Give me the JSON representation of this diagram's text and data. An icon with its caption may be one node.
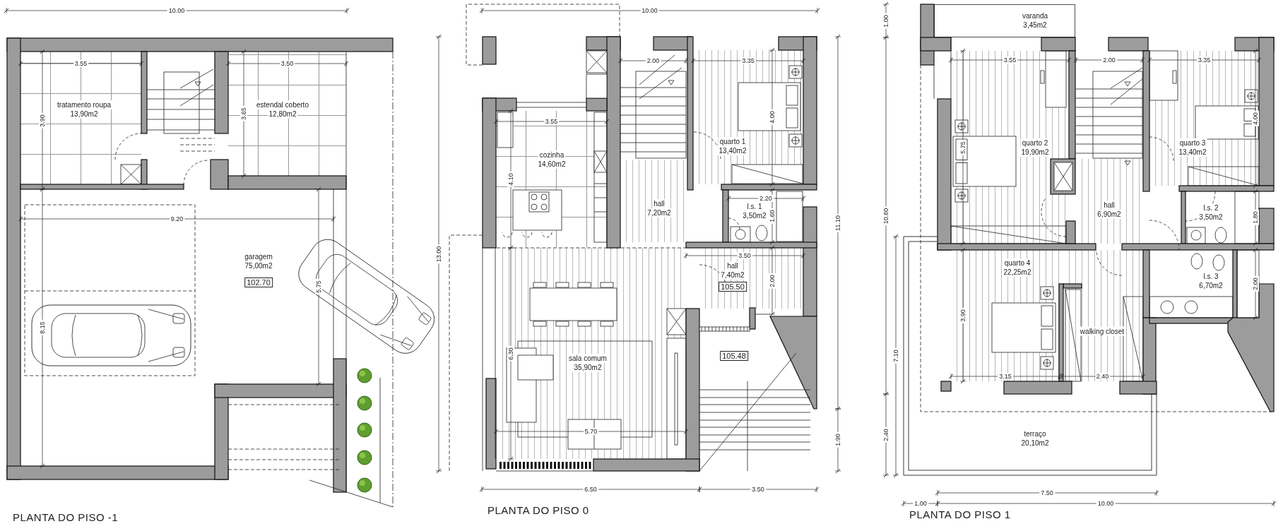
{
  "diagram": {
    "nodes": [
      {
        "text": [
          "PLANTA DO PISO -1"
        ]
      },
      {
        "text": [
          "tratamento roupa",
          "13,90m2"
        ],
        "in": 0
      },
      {
        "text": [
          "estendal coberto",
          "12,80m2"
        ],
        "in": 0
      },
      {
        "text": [
          "garagem",
          "75,00m2"
        ],
        "in": 0
      },
      {
        "text": [
          "102.70"
        ],
        "in": 3
      },
      {
        "text": [
          "PLANTA DO PISO 0"
        ]
      },
      {
        "text": [
          "cozinha",
          "14,60m2"
        ],
        "in": 5
      },
      {
        "text": [
          "hall",
          "7,20m2"
        ],
        "in": 5
      },
      {
        "text": [
          "quarto 1",
          "13,40m2"
        ],
        "in": 5
      },
      {
        "text": [
          "l.s. 1",
          "3,50m2"
        ],
        "in": 5
      },
      {
        "text": [
          "hall",
          "7,40m2"
        ],
        "in": 5
      },
      {
        "text": [
          "105.50"
        ],
        "in": 10
      },
      {
        "text": [
          "sala comum",
          "35,90m2"
        ],
        "in": 5
      },
      {
        "text": [
          "105.48"
        ],
        "in": 5
      },
      {
        "text": [
          "PLANTA DO PISO 1"
        ]
      },
      {
        "text": [
          "varanda",
          "3,45m2"
        ],
        "in": 14
      },
      {
        "text": [
          "quarto 2",
          "19,90m2"
        ],
        "in": 14
      },
      {
        "text": [
          "quarto 3",
          "13,40m2"
        ],
        "in": 14
      },
      {
        "text": [
          "hall",
          "6,90m2"
        ],
        "in": 14
      },
      {
        "text": [
          "l.s. 2",
          "3,50m2"
        ],
        "in": 14
      },
      {
        "text": [
          "quarto 4",
          "22,25m2"
        ],
        "in": 14
      },
      {
        "text": [
          "walking closet"
        ],
        "in": 14
      },
      {
        "text": [
          "l.s. 3",
          "6,70m2"
        ],
        "in": 14
      },
      {
        "text": [
          "terraço",
          "20,10m2"
        ],
        "in": 14
      }
    ],
    "labels": [
      "10.00",
      "3.55",
      "3.50",
      "3.90",
      "3.65",
      "9.20",
      "5.75",
      "8.15",
      "10.00",
      "2.00",
      "3.35",
      "3.55",
      "4.00",
      "4.10",
      "2.20",
      "1.60",
      "3.50",
      "2.00",
      "13.00",
      "11.10",
      "6.30",
      "5.70",
      "1.90",
      "6.50",
      "3.50",
      "1.00",
      "3.55",
      "2.00",
      "3.35",
      "4.00",
      "5.75",
      "10.60",
      "1.80",
      "2.00",
      "3.90",
      "7.10",
      "3.15",
      "2.40",
      "2.40",
      "7.50",
      "1.00",
      "10.00"
    ]
  }
}
